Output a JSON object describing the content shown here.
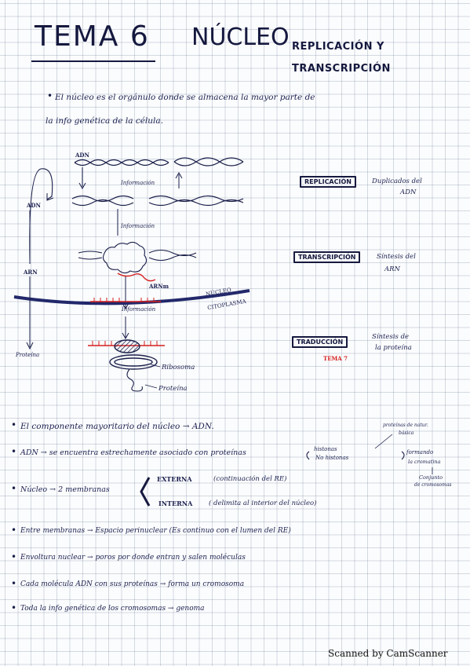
{
  "header": {
    "tema": "TEMA 6",
    "nucleo": "NÚCLEO",
    "subtitle_line1": "REPLICACIÓN Y",
    "subtitle_line2": "TRANSCRIPCIÓN"
  },
  "intro": {
    "line1": "El núcleo es el orgánulo donde se almacena la mayor parte de",
    "line2": "la info genética de la célula."
  },
  "diagram": {
    "adn_top": "ADN",
    "informacion_1": "Información",
    "informacion_2": "Información",
    "informacion_3": "Información",
    "adn_left": "ADN",
    "arn_left": "ARN",
    "arnm": "ARNm",
    "nucleo": "NÚCLEO",
    "citoplasma": "CITOPLASMA",
    "proteina_left": "Proteína",
    "ribosoma": "Ribosoma",
    "proteina": "Proteína"
  },
  "processes": {
    "replicacion": {
      "label": "REPLICACIÓN",
      "desc1": "Duplicados del",
      "desc2": "ADN"
    },
    "transcripcion": {
      "label": "TRANSCRIPCIÓN",
      "desc1": "Síntesis del",
      "desc2": "ARN"
    },
    "traduccion": {
      "label": "TRADUCCIÓN",
      "desc1": "Síntesis de",
      "desc2": "la proteína",
      "note": "TEMA 7"
    }
  },
  "bullets": {
    "b1": "El componente mayoritario del núcleo → ADN.",
    "b2_main": "ADN → se encuentra estrechamente asociado con proteínas",
    "b2_histonas": "histonas",
    "b2_nohistonas": "No histonas",
    "b2_note1": "proteínas de natur.",
    "b2_note1b": "básica",
    "b2_formando": "formando",
    "b2_cromatina": "la cromatina",
    "b2_conjunto": "Conjunto",
    "b2_cromosomas": "de cromosomas",
    "b3_main": "Núcleo → 2 membranas",
    "b3_externa": "EXTERNA",
    "b3_externa_desc": "(continuación del RE)",
    "b3_interna": "INTERNA",
    "b3_interna_desc": "( delimita al interior del núcleo)",
    "b4": "Entre membranas → Espacio perinuclear (Es continuo con el lumen del RE)",
    "b5": "Envoltura nuclear → poros por donde entran y salen moléculas",
    "b6": "Cada molécula ADN con sus proteínas → forma un cromosoma",
    "b7": "Toda la info genética de los cromosomas → genoma"
  },
  "footer": "Scanned by CamScanner",
  "colors": {
    "ink": "#1a1f4a",
    "red": "#d52020",
    "membrane": "#22286a"
  }
}
